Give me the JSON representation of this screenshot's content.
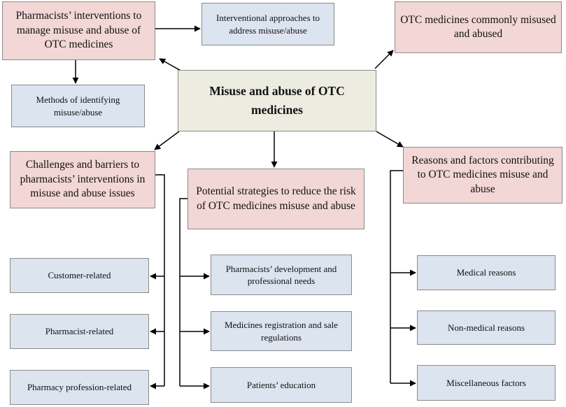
{
  "center": {
    "label": "Misuse and abuse of OTC medicines"
  },
  "boxes": {
    "pharmacists_interventions": "Pharmacists’ interventions to manage misuse and abuse of OTC medicines",
    "interventional_approaches": "Interventional approaches to address misuse/abuse",
    "otc_commonly_misused": "OTC medicines commonly misused and abused",
    "methods_identifying": "Methods of identifying misuse/abuse",
    "challenges_barriers": "Challenges and barriers to pharmacists’ interventions in misuse and abuse issues",
    "potential_strategies": "Potential strategies to reduce the risk of OTC medicines misuse and abuse",
    "reasons_factors": "Reasons and factors contributing to OTC medicines misuse and abuse",
    "customer_related": "Customer-related",
    "pharmacist_related": "Pharmacist-related",
    "pharmacy_profession_related": "Pharmacy profession-related",
    "pharmacists_development": "Pharmacists’ development and professional needs",
    "medicines_registration": "Medicines registration and sale regulations",
    "patients_education": "Patients’ education",
    "medical_reasons": "Medical reasons",
    "non_medical_reasons": "Non-medical reasons",
    "miscellaneous_factors": "Miscellaneous factors"
  }
}
